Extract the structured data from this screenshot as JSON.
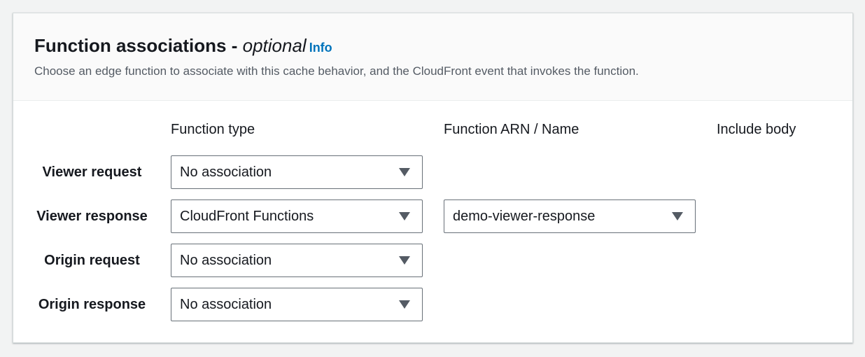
{
  "header": {
    "title": "Function associations",
    "separator": " - ",
    "optional": "optional",
    "info_link": "Info",
    "description": "Choose an edge function to associate with this cache behavior, and the CloudFront event that invokes the function."
  },
  "columns": {
    "function_type": "Function type",
    "function_arn": "Function ARN / Name",
    "include_body": "Include body"
  },
  "rows": [
    {
      "label": "Viewer request",
      "function_type": "No association"
    },
    {
      "label": "Viewer response",
      "function_type": "CloudFront Functions",
      "function_arn": "demo-viewer-response"
    },
    {
      "label": "Origin request",
      "function_type": "No association"
    },
    {
      "label": "Origin response",
      "function_type": "No association"
    }
  ],
  "icons": {
    "select_caret": "caret-down-icon"
  },
  "colors": {
    "link": "#0073bb",
    "text": "#16191f",
    "muted": "#545b64",
    "border": "#687078"
  }
}
